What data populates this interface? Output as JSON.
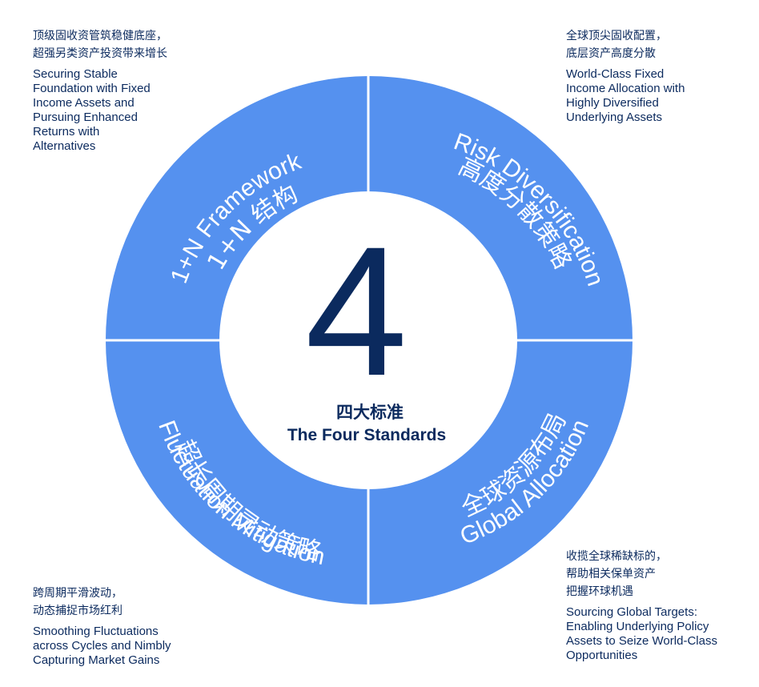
{
  "center": {
    "number": "4",
    "title_zh": "四大标准",
    "title_en": "The Four Standards"
  },
  "segments": {
    "top_left": {
      "zh": "1+N 结构",
      "en": "1+N Framework"
    },
    "top_right": {
      "zh": "高度分散策略",
      "en": "Risk Diversification"
    },
    "bottom_left": {
      "zh": "超长周期灵动策略",
      "en": "Fluctuation Mitigation"
    },
    "bottom_right": {
      "zh": "全球资源布局",
      "en": "Global Allocation"
    }
  },
  "notes": {
    "top_left": {
      "zh": [
        "顶级固收资管筑稳健底座，",
        "超强另类资产投资带来增长"
      ],
      "en": [
        "Securing Stable",
        "Foundation with Fixed",
        "Income Assets and",
        "Pursuing Enhanced",
        "Returns with",
        "Alternatives"
      ]
    },
    "top_right": {
      "zh": [
        "全球顶尖固收配置，",
        "底层资产高度分散"
      ],
      "en": [
        "World-Class Fixed",
        "Income Allocation with",
        "Highly Diversified",
        "Underlying Assets"
      ]
    },
    "bottom_left": {
      "zh": [
        "跨周期平滑波动，",
        "动态捕捉市场红利"
      ],
      "en": [
        "Smoothing Fluctuations",
        "across Cycles and Nimbly",
        "Capturing Market Gains"
      ]
    },
    "bottom_right": {
      "zh": [
        "收揽全球稀缺标的，",
        "帮助相关保单资产",
        "把握环球机遇"
      ],
      "en": [
        "Sourcing Global Targets:",
        "Enabling Underlying Policy",
        "Assets to Seize World-Class",
        "Opportunities"
      ]
    }
  },
  "colors": {
    "ring": "#5591ef",
    "divider": "#ffffff",
    "center_fill": "#ffffff",
    "text": "#0b2a5e"
  }
}
